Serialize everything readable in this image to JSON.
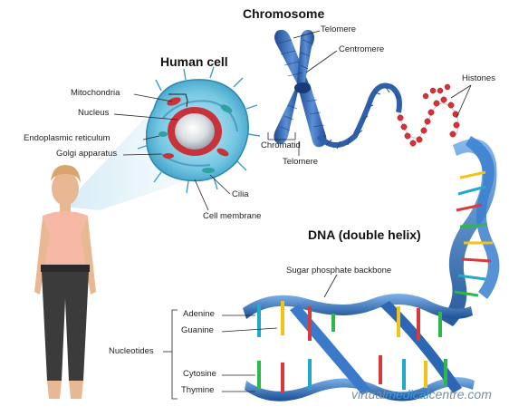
{
  "titles": {
    "chromosome": "Chromosome",
    "human_cell": "Human cell",
    "dna": "DNA (double helix)"
  },
  "cell_labels": {
    "mitochondria": "Mitochondria",
    "nucleus": "Nucleus",
    "er": "Endoplasmic reticulum",
    "golgi": "Golgi apparatus",
    "cilia": "Cilia",
    "membrane": "Cell membrane"
  },
  "chromosome_labels": {
    "telomere_top": "Telomere",
    "centromere": "Centromere",
    "chromatid": "Chromatid",
    "telomere_bottom": "Telomere",
    "histones": "Histones"
  },
  "dna_labels": {
    "backbone": "Sugar phosphate backbone",
    "nucleotides": "Nucleotides",
    "adenine": "Adenine",
    "guanine": "Guanine",
    "cytosine": "Cytosine",
    "thymine": "Thymine"
  },
  "brand": {
    "part1": "virtual",
    "part2": "medical",
    "part3": "centre.com"
  },
  "colors": {
    "chromosome_blue": "#2f5fa8",
    "histone_red": "#d8303a",
    "cell_cyan": "#4fb6d8",
    "nucleus_red": "#c8323a",
    "helix_blue": "#2a6bb5",
    "adenine": "#22a8c8",
    "guanine": "#f2c318",
    "cytosine": "#d83a3a",
    "thymine": "#2cb84a"
  }
}
